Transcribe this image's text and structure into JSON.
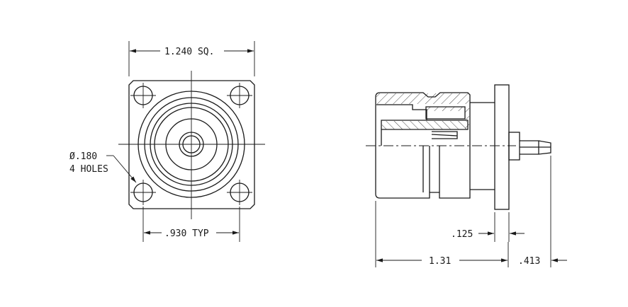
{
  "drawing": {
    "front_view": {
      "dim_width": "1.240 SQ.",
      "dim_hole_spacing": ".930 TYP",
      "hole_callout_line1": "Ø.180",
      "hole_callout_line2": "4 HOLES"
    },
    "side_view": {
      "dim_flange_thickness": ".125",
      "dim_body_length": "1.31",
      "dim_pin_length": ".413"
    }
  }
}
